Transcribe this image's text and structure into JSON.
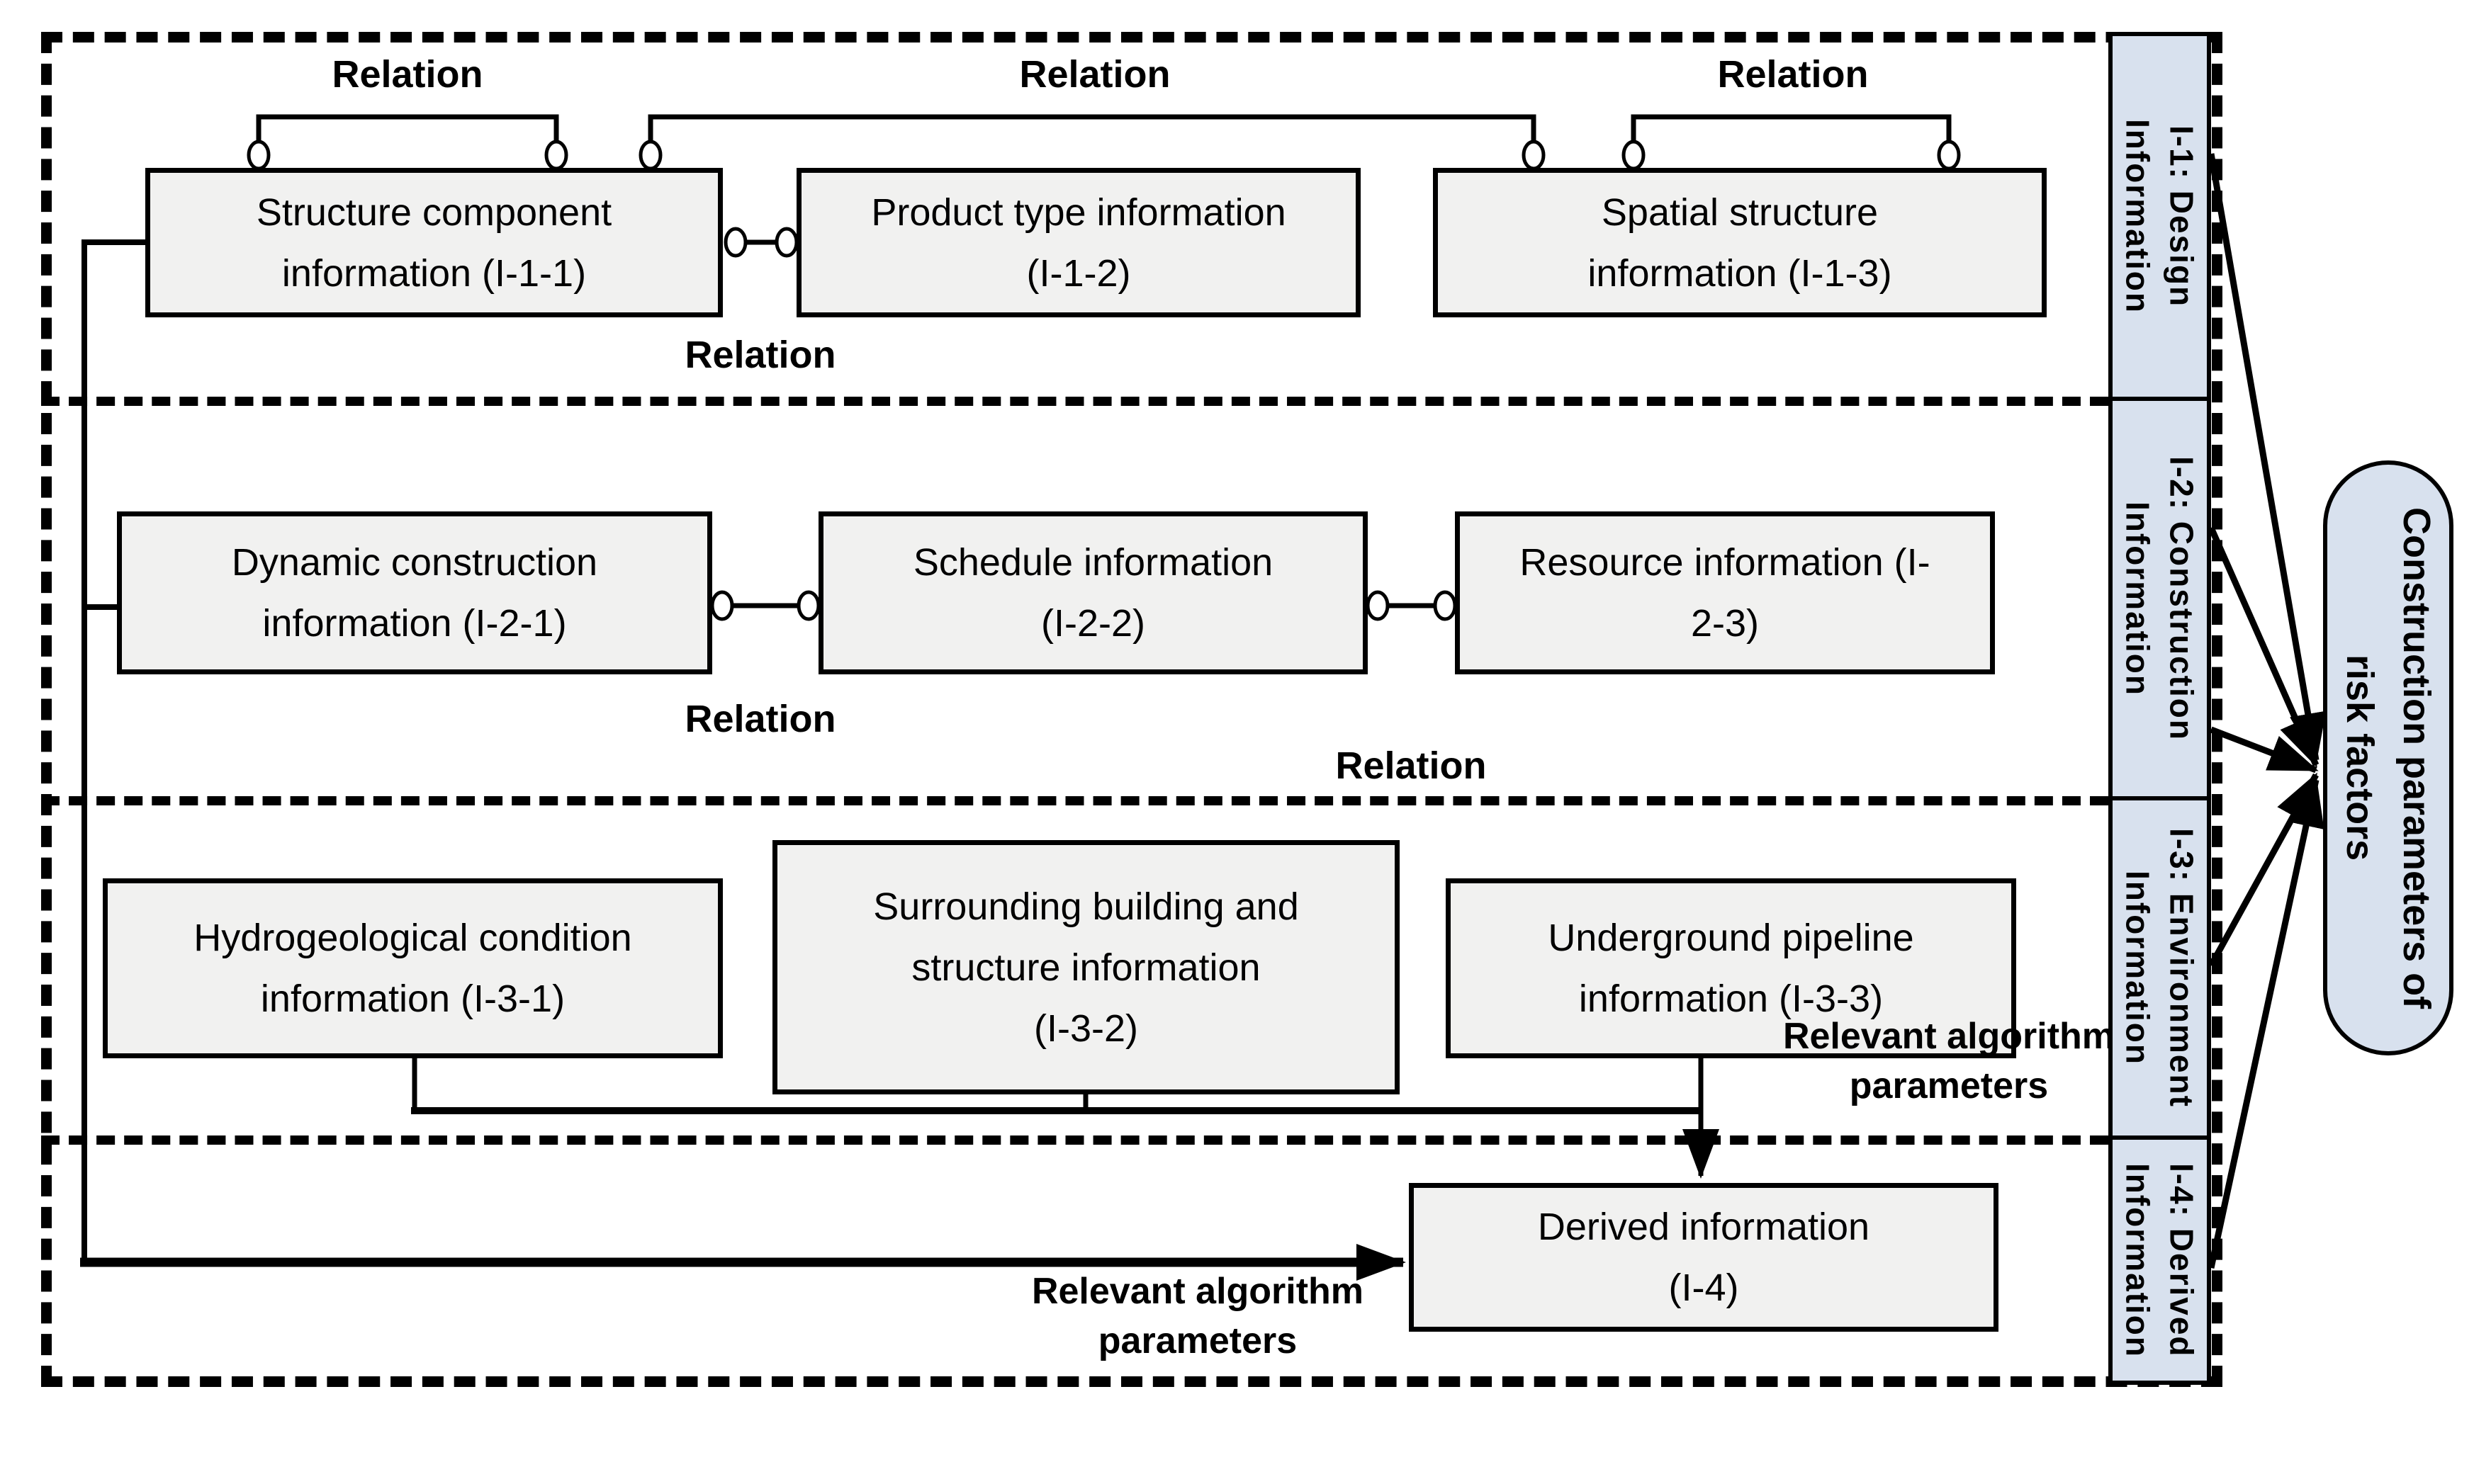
{
  "sidebar": {
    "sections": [
      {
        "label": "I-1: Design\nInformation"
      },
      {
        "label": "I-2: Construction\nInformation"
      },
      {
        "label": "I-3: Environment\nInformation"
      },
      {
        "label": "I-4: Derived\nInformation"
      }
    ]
  },
  "target": {
    "label": "Construction parameters of\nrisk factors"
  },
  "boxes": {
    "i11": {
      "label": "Structure component\ninformation (I-1-1)"
    },
    "i12": {
      "label": "Product type information\n(I-1-2)"
    },
    "i13": {
      "label": "Spatial structure\ninformation (I-1-3)"
    },
    "i21": {
      "label": "Dynamic construction\ninformation (I-2-1)"
    },
    "i22": {
      "label": "Schedule information\n(I-2-2)"
    },
    "i23": {
      "label": "Resource information (I-\n2-3)"
    },
    "i31": {
      "label": "Hydrogeological condition\ninformation (I-3-1)"
    },
    "i32": {
      "label": "Surrounding building and\nstructure information\n(I-3-2)"
    },
    "i33": {
      "label": "Underground pipeline\ninformation (I-3-3)"
    },
    "i4": {
      "label": "Derived information\n(I-4)"
    }
  },
  "annotations": {
    "relations": [
      "Relation",
      "Relation",
      "Relation",
      "Relation",
      "Relation",
      "Relation"
    ],
    "relevant_params": [
      "Relevant algorithm\nparameters",
      "Relevant algorithm\nparameters"
    ]
  }
}
